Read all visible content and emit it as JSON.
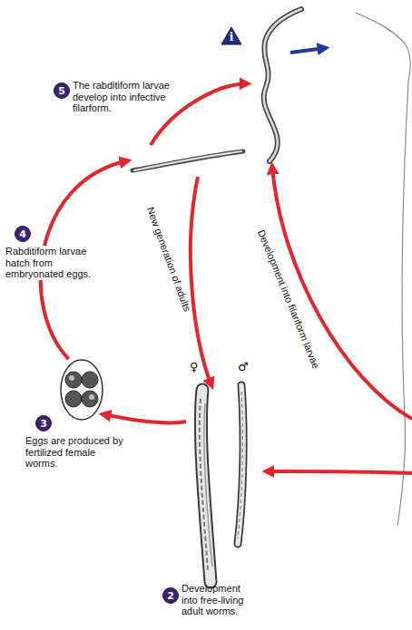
{
  "diagram": {
    "nodes": [
      {
        "text": [
          "i"
        ]
      },
      {
        "text": [
          "5",
          "The rabditiform larvae develop into infective filarform."
        ]
      },
      {
        "text": [
          "3",
          "Eggs are produced by fertilized female worms."
        ]
      },
      {
        "text": [
          "2",
          "Development into free-living adult worms."
        ]
      }
    ],
    "edges": [
      {
        "from": 1,
        "to": 0,
        "arrow": "to"
      },
      {
        "from": 1,
        "to": 3,
        "label": "New generation of adults",
        "arrow": "to"
      },
      {
        "from": 3,
        "to": 2,
        "arrow": "to"
      },
      {
        "from": 2,
        "to": 1,
        "label": "Rabditiform larvae hatch from embryonated eggs.",
        "arrow": "to"
      }
    ],
    "labels": [
      "4",
      "♀",
      "♂",
      "Development into filariform larvae"
    ]
  }
}
